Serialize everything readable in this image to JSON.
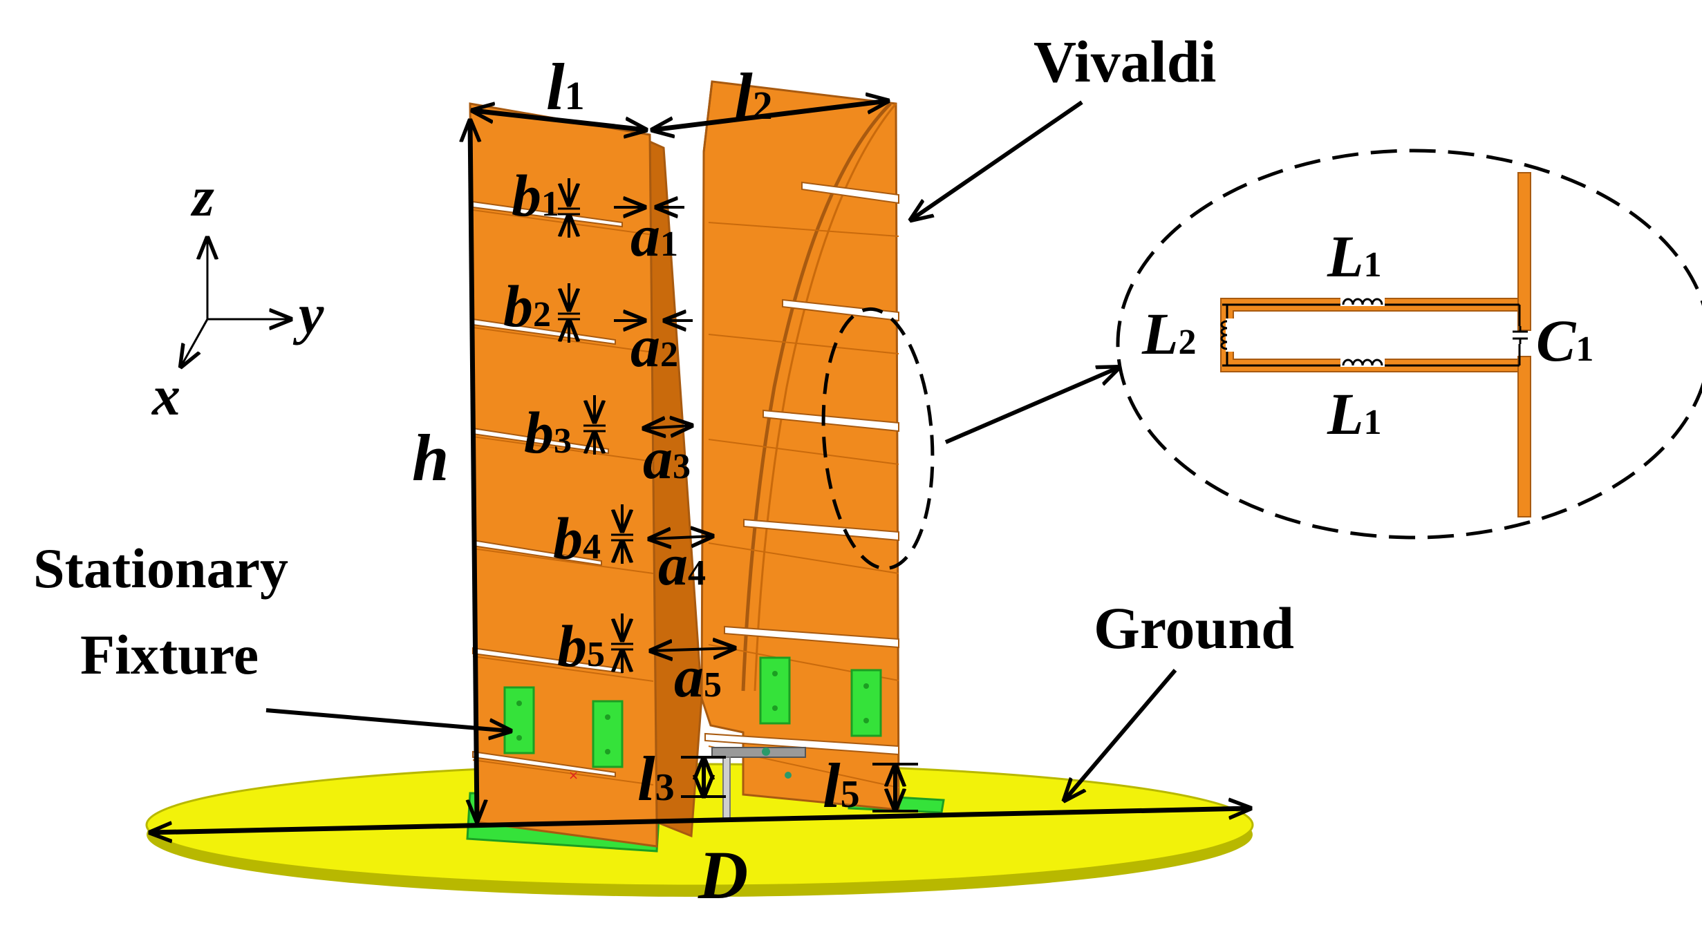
{
  "colors": {
    "antenna": "#f08a1e",
    "antenna_dark": "#c96a0c",
    "antenna_edge": "#a85a10",
    "fixture": "#35e23a",
    "fixture_dark": "#1c9e22",
    "ground": "#f2f20a",
    "ground_edge": "#b8b800",
    "line": "#000000"
  },
  "labels": {
    "vivaldi": "Vivaldi",
    "stationary": "Stationary",
    "fixture": "Fixture",
    "ground": "Ground"
  },
  "axes": {
    "z": "z",
    "y": "y",
    "x": "x"
  },
  "dims": {
    "l1": {
      "main": "l",
      "sub": "1"
    },
    "l2": {
      "main": "l",
      "sub": "2"
    },
    "h": {
      "main": "h",
      "sub": ""
    },
    "l3": {
      "main": "l",
      "sub": "3"
    },
    "l5": {
      "main": "l",
      "sub": "5"
    },
    "D": {
      "main": "D",
      "sub": ""
    },
    "b": [
      {
        "main": "b",
        "sub": "1"
      },
      {
        "main": "b",
        "sub": "2"
      },
      {
        "main": "b",
        "sub": "3"
      },
      {
        "main": "b",
        "sub": "4"
      },
      {
        "main": "b",
        "sub": "5"
      }
    ],
    "a": [
      {
        "main": "a",
        "sub": "1"
      },
      {
        "main": "a",
        "sub": "2"
      },
      {
        "main": "a",
        "sub": "3"
      },
      {
        "main": "a",
        "sub": "4"
      },
      {
        "main": "a",
        "sub": "5"
      }
    ]
  },
  "circuit": {
    "L1_top": {
      "main": "L",
      "sub": "1"
    },
    "L1_bottom": {
      "main": "L",
      "sub": "1"
    },
    "L2": {
      "main": "L",
      "sub": "2"
    },
    "C1": {
      "main": "C",
      "sub": "1"
    }
  }
}
